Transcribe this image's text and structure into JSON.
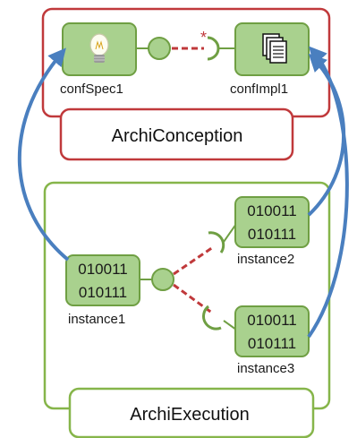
{
  "colors": {
    "conception_border": "#c0393b",
    "execution_border": "#86b54a",
    "component_fill": "#a9d18e",
    "component_border": "#6f9f43",
    "dashed_connector": "#c0393b",
    "dependency_arrow": "#4a7fbf"
  },
  "conception": {
    "title": "ArchiConception",
    "spec": {
      "label": "confSpec1",
      "icon": "lightbulb-icon"
    },
    "impl": {
      "label": "confImpl1",
      "icon": "documents-icon"
    },
    "multiplicity": "*"
  },
  "execution": {
    "title": "ArchiExecution",
    "instance1": {
      "label": "instance1",
      "code": [
        "010011",
        "010111"
      ]
    },
    "instance2": {
      "label": "instance2",
      "code": [
        "010011",
        "010111"
      ]
    },
    "instance3": {
      "label": "instance3",
      "code": [
        "010011",
        "010111"
      ]
    }
  }
}
